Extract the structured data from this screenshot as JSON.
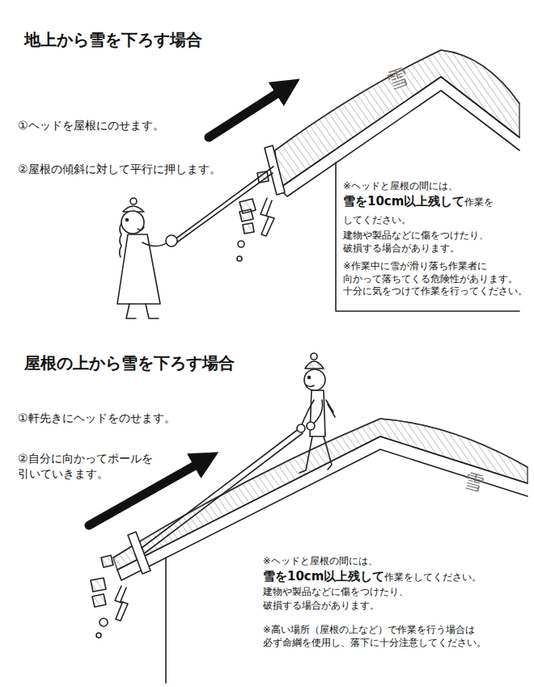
{
  "diagram": {
    "labels": [
      "地上から雪を下ろす場合",
      "①ヘッドを屋根にのせます。",
      "②屋根の傾斜に対して平行に押します。",
      "雪",
      "※ヘッドと屋根の間には、",
      "雪を10cm以上残して",
      "作業を してください。",
      "建物や製品などに傷をつけたり、 破損する場合があります。",
      "※作業中に雪が滑り落ち作業者に 向かって落ちてくる危険性があります。 十分に気をつけて作業を行ってください。",
      "屋根の上から雪を下ろす場合",
      "①軒先きにヘッドをのせます。",
      "②自分に向かってポールを 引いていきます。",
      "雪",
      "※ヘッドと屋根の間には、",
      "雪を10cm以上残して",
      "作業をしてください。",
      "建物や製品などに傷をつけたり、 破損する場合があります。",
      "※高い場所（屋根の上など）で作業を行う場合は 必ず命綱を使用し、落下に十分注意してください。"
    ]
  }
}
